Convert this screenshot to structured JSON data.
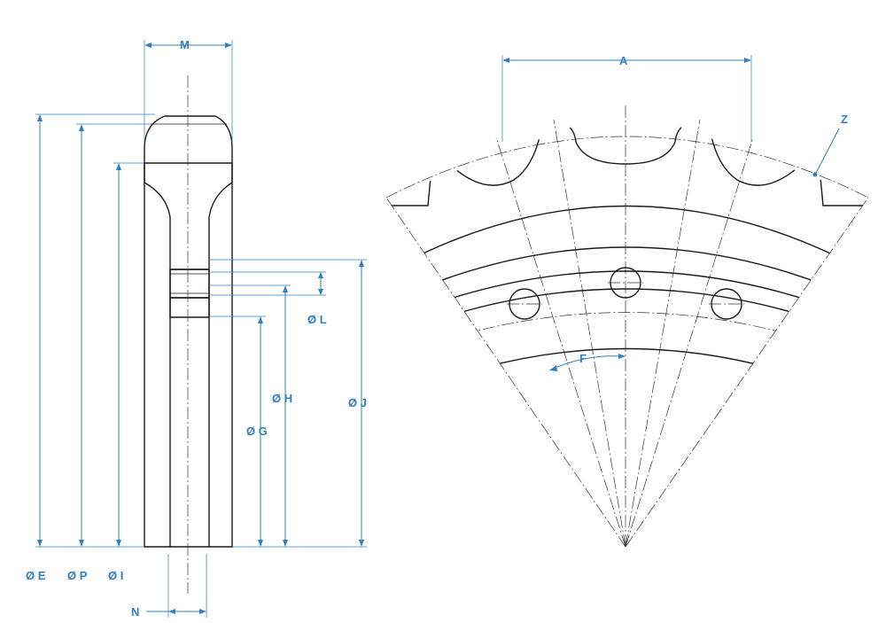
{
  "side_view": {
    "dimensions": {
      "M": "M",
      "N": "N",
      "E": "Ø E",
      "P": "Ø P",
      "I": "Ø I",
      "G": "Ø G",
      "H": "Ø H",
      "J": "Ø J",
      "L": "Ø L"
    }
  },
  "front_view": {
    "dimensions": {
      "A": "A",
      "F": "F",
      "Z": "Z"
    }
  },
  "colors": {
    "dimension": "#2f7fc1",
    "outline": "#1a1a1a"
  }
}
